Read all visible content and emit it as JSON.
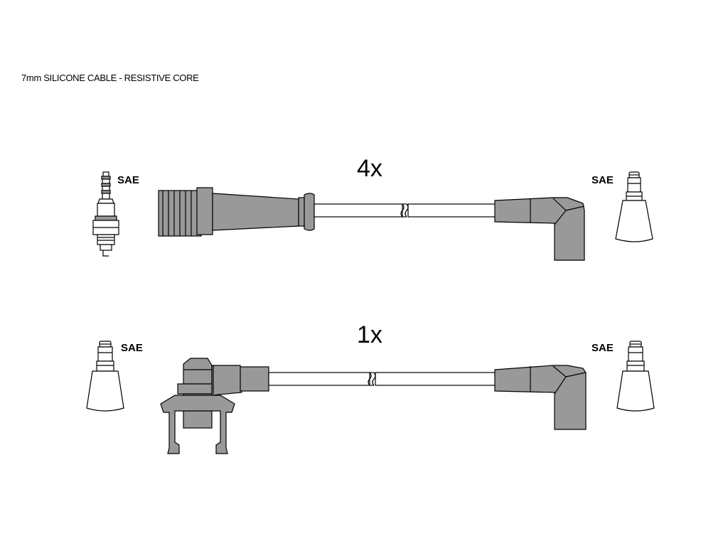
{
  "header": {
    "text": "7mm SILICONE CABLE - RESISTIVE CORE"
  },
  "colors": {
    "part_fill": "#999999",
    "outline": "#000000",
    "background": "#ffffff"
  },
  "cable_sets": [
    {
      "quantity": "4x",
      "left_label": "SAE",
      "right_label": "SAE"
    },
    {
      "quantity": "1x",
      "left_label": "SAE",
      "right_label": "SAE"
    }
  ]
}
